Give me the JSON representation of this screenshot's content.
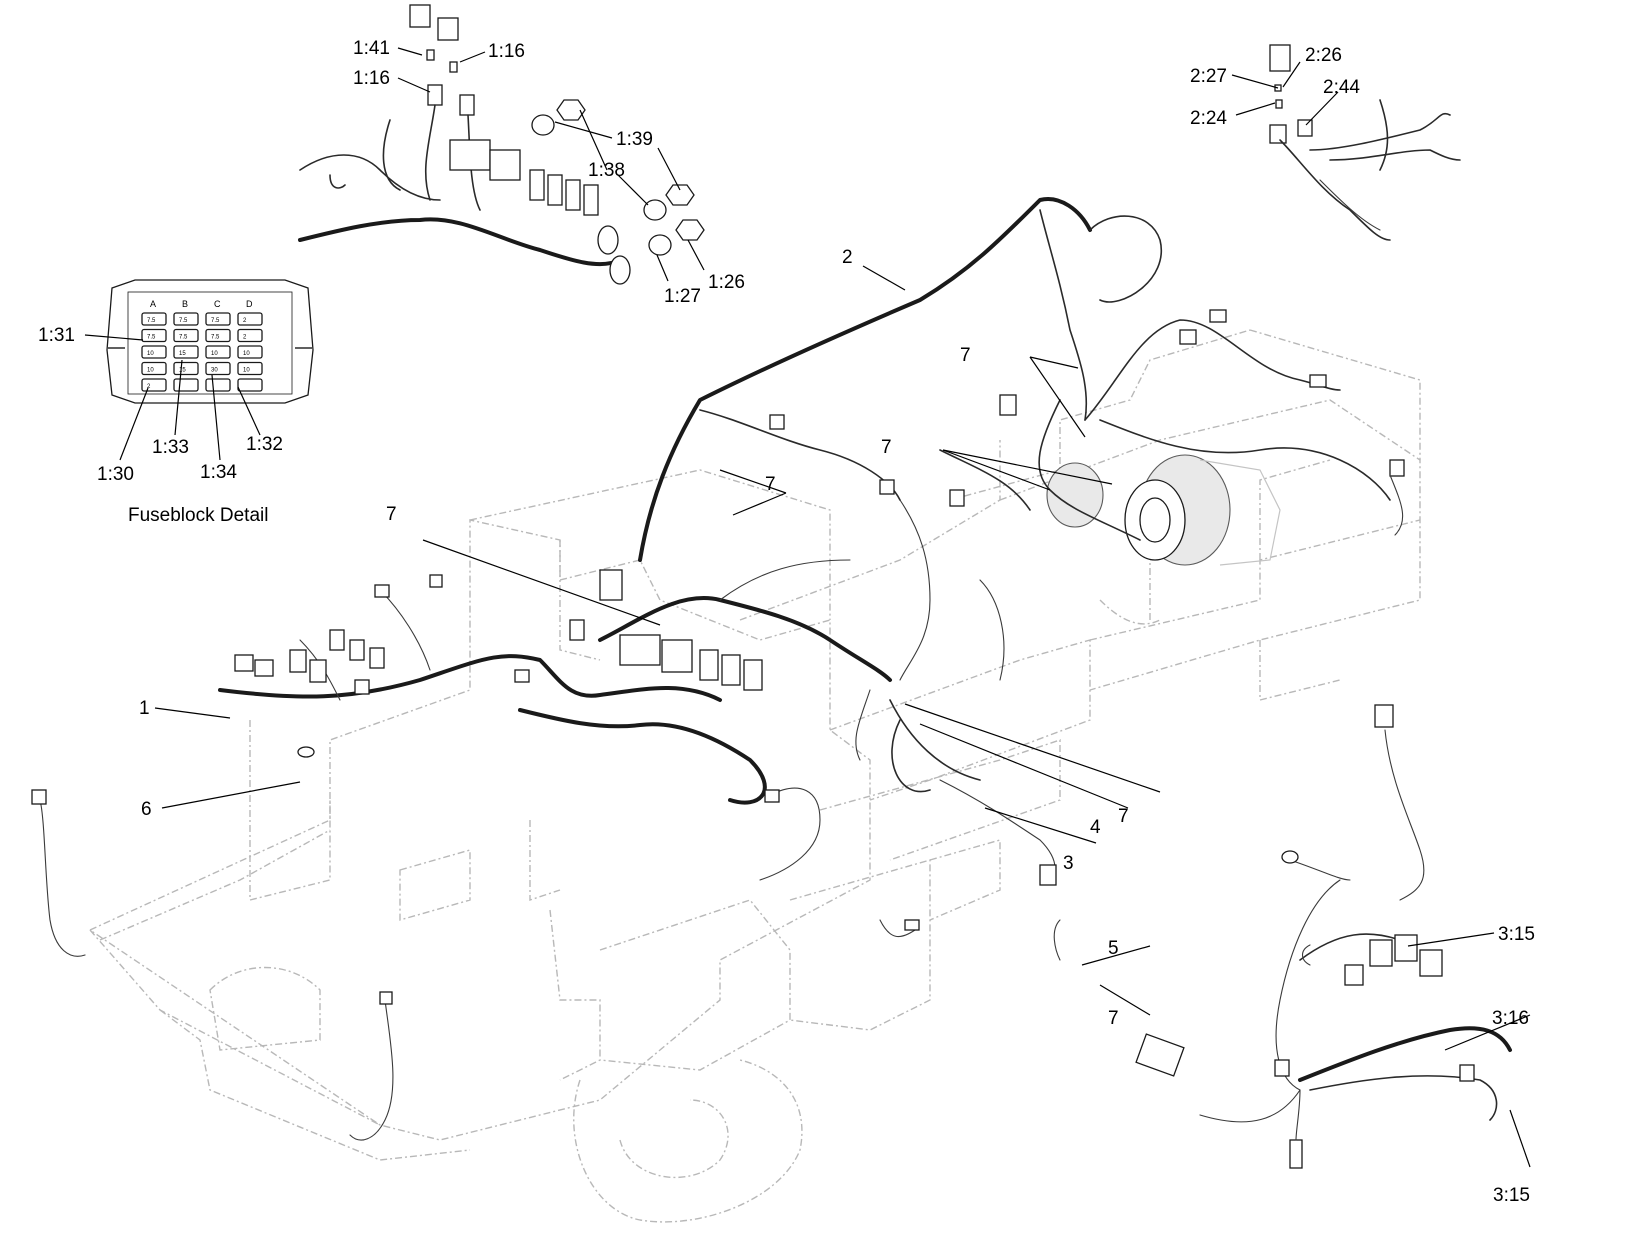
{
  "callouts": {
    "c1_41": "1:41",
    "c1_16a": "1:16",
    "c1_16b": "1:16",
    "c1_39": "1:39",
    "c1_38": "1:38",
    "c1_27": "1:27",
    "c1_26": "1:26",
    "c1_31": "1:31",
    "c1_30": "1:30",
    "c1_33": "1:33",
    "c1_34": "1:34",
    "c1_32": "1:32",
    "c2_26": "2:26",
    "c2_27": "2:27",
    "c2_44": "2:44",
    "c2_24": "2:24",
    "n2": "2",
    "n7a": "7",
    "n7b": "7",
    "n7c": "7",
    "n7d": "7",
    "n7e": "7",
    "n7f": "7",
    "n1": "1",
    "n6": "6",
    "n3": "3",
    "n4": "4",
    "n5": "5",
    "c3_15a": "3:15",
    "c3_16": "3:16",
    "c3_15b": "3:15"
  },
  "fuseblock": {
    "caption": "Fuseblock Detail",
    "columns": [
      "A",
      "B",
      "C",
      "D"
    ],
    "ratings": [
      [
        "7.5",
        "7.5",
        "7.5",
        "2"
      ],
      [
        "7.5",
        "7.5",
        "7.5",
        "2"
      ],
      [
        "10",
        "15",
        "10",
        "10"
      ],
      [
        "10",
        "15",
        "30",
        "10"
      ],
      [
        "2",
        "",
        "",
        ""
      ]
    ]
  }
}
